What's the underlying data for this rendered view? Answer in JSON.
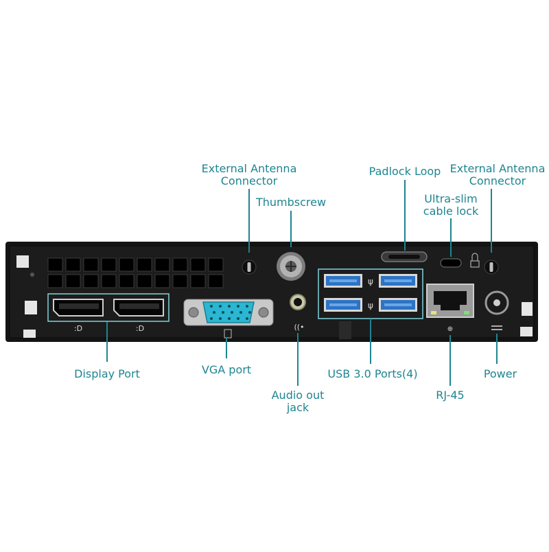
{
  "labels": {
    "antenna_left": [
      "External Antenna",
      "Connector"
    ],
    "thumbscrew": "Thumbscrew",
    "padlock_loop": "Padlock Loop",
    "antenna_right": [
      "External Antenna",
      "Connector"
    ],
    "cable_lock": [
      "Ultra-slim",
      "cable lock"
    ],
    "display_port": "Display Port",
    "vga_port": "VGA port",
    "audio_out": [
      "Audio out",
      "jack"
    ],
    "usb_ports": "USB 3.0 Ports(4)",
    "rj45": "RJ-45",
    "power": "Power"
  },
  "colors": {
    "label": "#1e8591",
    "chassis": "#151515",
    "usb_blue": "#2d74c4",
    "vga_blue": "#2bb6d2"
  }
}
